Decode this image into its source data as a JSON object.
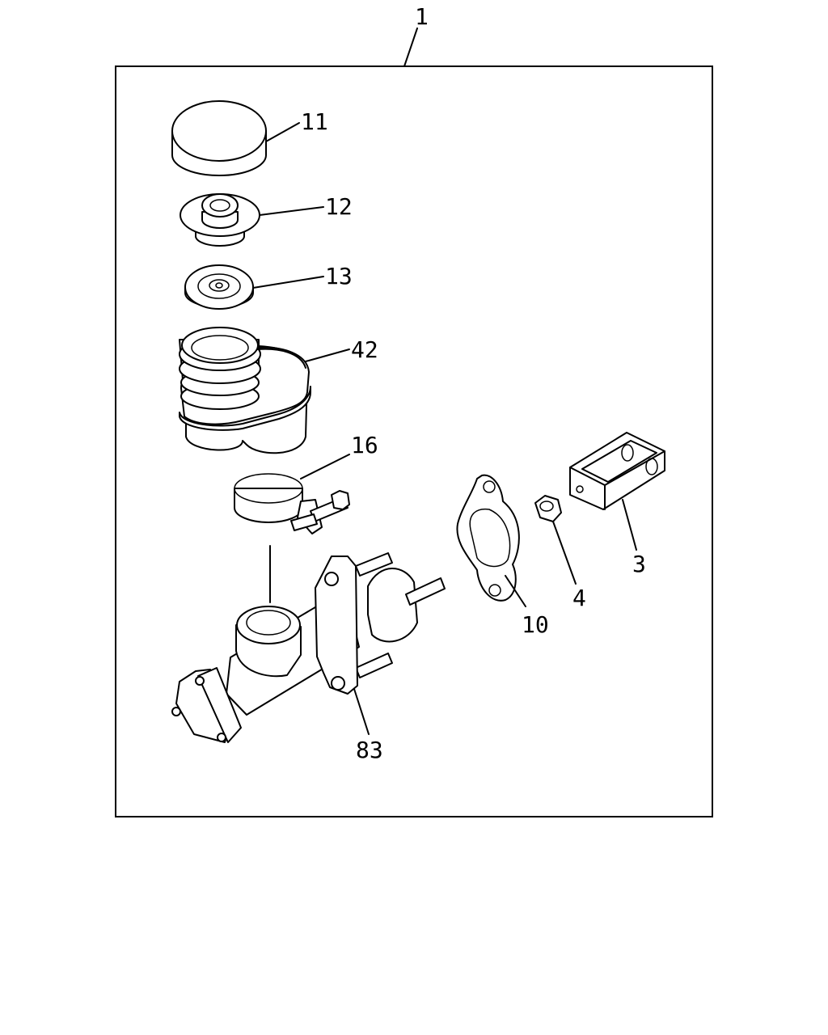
{
  "diagram": {
    "assembly_callout": "1",
    "callouts": {
      "cap": "11",
      "diaphragm": "12",
      "plate": "13",
      "reservoir": "42",
      "band": "16",
      "gasket": "10",
      "nut": "4",
      "yoke": "3",
      "cylinder": "83"
    }
  }
}
